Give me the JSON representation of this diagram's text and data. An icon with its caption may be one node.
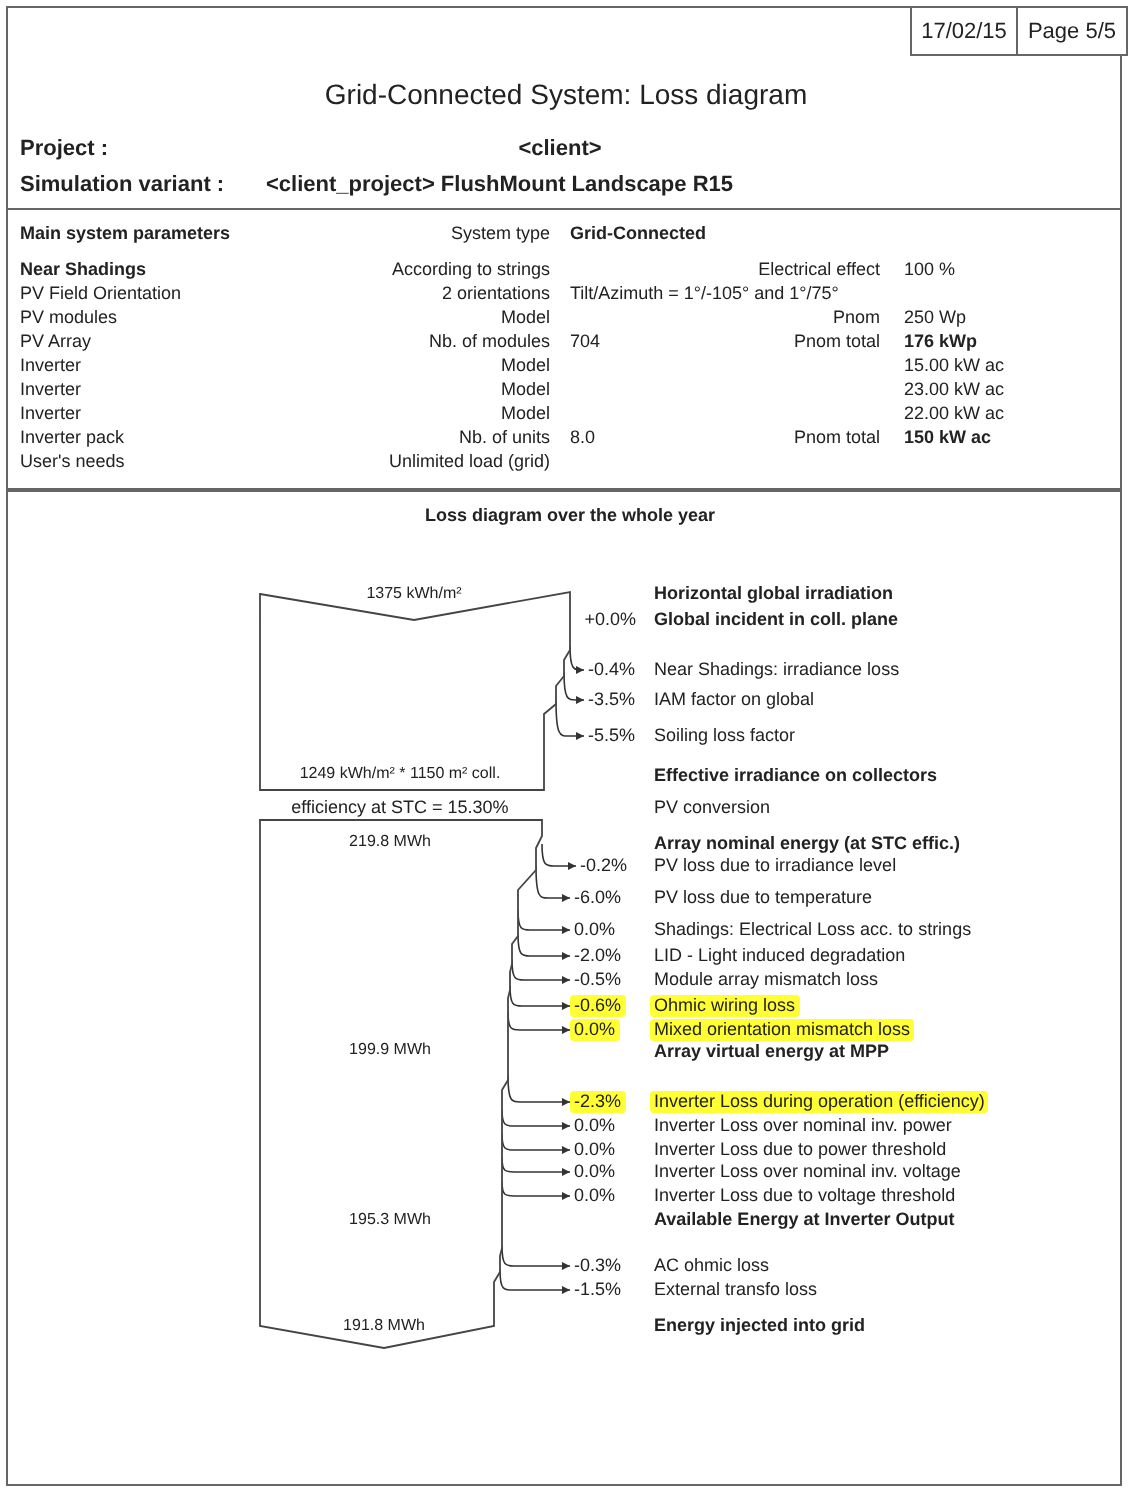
{
  "diagram": {
    "title": "Grid-Connected System: Loss diagram",
    "nodes": [
      {
        "text": [
          "1375 kWh/m²",
          "1249 kWh/m² * 1150 m² coll."
        ]
      },
      {
        "text": [
          "-0.4%"
        ],
        "beside": [
          "Near Shadings: irradiance loss"
        ]
      },
      {
        "text": [
          "-3.5%"
        ],
        "beside": [
          "IAM factor on global"
        ]
      },
      {
        "text": [
          "-5.5%"
        ],
        "beside": [
          "Soiling loss factor"
        ]
      },
      {
        "text": [
          "219.8 MWh",
          "199.9 MWh",
          "195.3 MWh",
          "191.8 MWh"
        ]
      },
      {
        "text": [
          "-0.2%"
        ],
        "beside": [
          "PV loss due to irradiance level"
        ]
      },
      {
        "text": [
          "-6.0%"
        ],
        "beside": [
          "PV loss due to temperature"
        ]
      },
      {
        "text": [
          "0.0%"
        ],
        "beside": [
          "Shadings: Electrical Loss acc. to strings"
        ]
      },
      {
        "text": [
          "-2.0%"
        ],
        "beside": [
          "LID - Light induced degradation"
        ]
      },
      {
        "text": [
          "-0.5%"
        ],
        "beside": [
          "Module array mismatch loss"
        ]
      },
      {
        "text": [
          "-0.6%"
        ],
        "beside": [
          "Ohmic wiring loss"
        ]
      },
      {
        "text": [
          "0.0%"
        ],
        "beside": [
          "Mixed orientation mismatch loss"
        ]
      },
      {
        "text": [
          "-2.3%"
        ],
        "beside": [
          "Inverter Loss during operation (efficiency)"
        ]
      },
      {
        "text": [
          "0.0%"
        ],
        "beside": [
          "Inverter Loss over nominal inv. power"
        ]
      },
      {
        "text": [
          "0.0%"
        ],
        "beside": [
          "Inverter Loss due to power threshold"
        ]
      },
      {
        "text": [
          "0.0%"
        ],
        "beside": [
          "Inverter Loss over nominal inv. voltage"
        ]
      },
      {
        "text": [
          "0.0%"
        ],
        "beside": [
          "Inverter Loss due to voltage threshold"
        ]
      },
      {
        "text": [
          "-0.3%"
        ],
        "beside": [
          "AC ohmic loss"
        ]
      },
      {
        "text": [
          "-1.5%"
        ],
        "beside": [
          "External transfo loss"
        ]
      }
    ],
    "edges": [
      {
        "from": 0,
        "to": 1,
        "arrow": "to"
      },
      {
        "from": 0,
        "to": 2,
        "arrow": "to"
      },
      {
        "from": 0,
        "to": 3,
        "arrow": "to"
      },
      {
        "from": 4,
        "to": 5,
        "arrow": "to"
      },
      {
        "from": 4,
        "to": 6,
        "arrow": "to"
      },
      {
        "from": 4,
        "to": 7,
        "arrow": "to"
      },
      {
        "from": 4,
        "to": 8,
        "arrow": "to"
      },
      {
        "from": 4,
        "to": 9,
        "arrow": "to"
      },
      {
        "from": 4,
        "to": 10,
        "arrow": "to"
      },
      {
        "from": 4,
        "to": 11,
        "arrow": "to"
      },
      {
        "from": 4,
        "to": 12,
        "arrow": "to"
      },
      {
        "from": 4,
        "to": 13,
        "arrow": "to"
      },
      {
        "from": 4,
        "to": 14,
        "arrow": "to"
      },
      {
        "from": 4,
        "to": 15,
        "arrow": "to"
      },
      {
        "from": 4,
        "to": 16,
        "arrow": "to"
      },
      {
        "from": 4,
        "to": 17,
        "arrow": "to"
      },
      {
        "from": 4,
        "to": 18,
        "arrow": "to"
      }
    ],
    "labels": [
      "17/02/15",
      "Page 5/5",
      "Project :",
      "<client>",
      "Simulation variant :",
      "<client_project> FlushMount Landscape R15",
      "Main system parameters",
      "System type",
      "Grid-Connected",
      "Near Shadings",
      "According to strings",
      "Electrical effect",
      "100 %",
      "PV Field Orientation",
      "2 orientations",
      "Tilt/Azimuth = 1°/-105° and  1°/75°",
      "PV modules",
      "Model",
      "Pnom",
      "250 Wp",
      "PV Array",
      "Nb. of modules",
      "704",
      "Pnom total",
      "176 kWp",
      "Inverter",
      "Model",
      "15.00 kW ac",
      "Inverter",
      "Model",
      "23.00 kW ac",
      "Inverter",
      "Model",
      "22.00 kW ac",
      "Inverter pack",
      "Nb. of units",
      "8.0",
      "Pnom total",
      "150 kW ac",
      "User's needs",
      "Unlimited load (grid)",
      "Loss diagram over the whole year",
      "Horizontal global irradiation",
      "+0.0%",
      "Global incident in coll. plane",
      "Effective irradiance on collectors",
      "efficiency at STC = 15.30%",
      "PV conversion",
      "Array nominal energy (at STC effic.)",
      "Array virtual energy at MPP",
      "Available Energy at Inverter Output",
      "Energy injected into grid"
    ]
  }
}
